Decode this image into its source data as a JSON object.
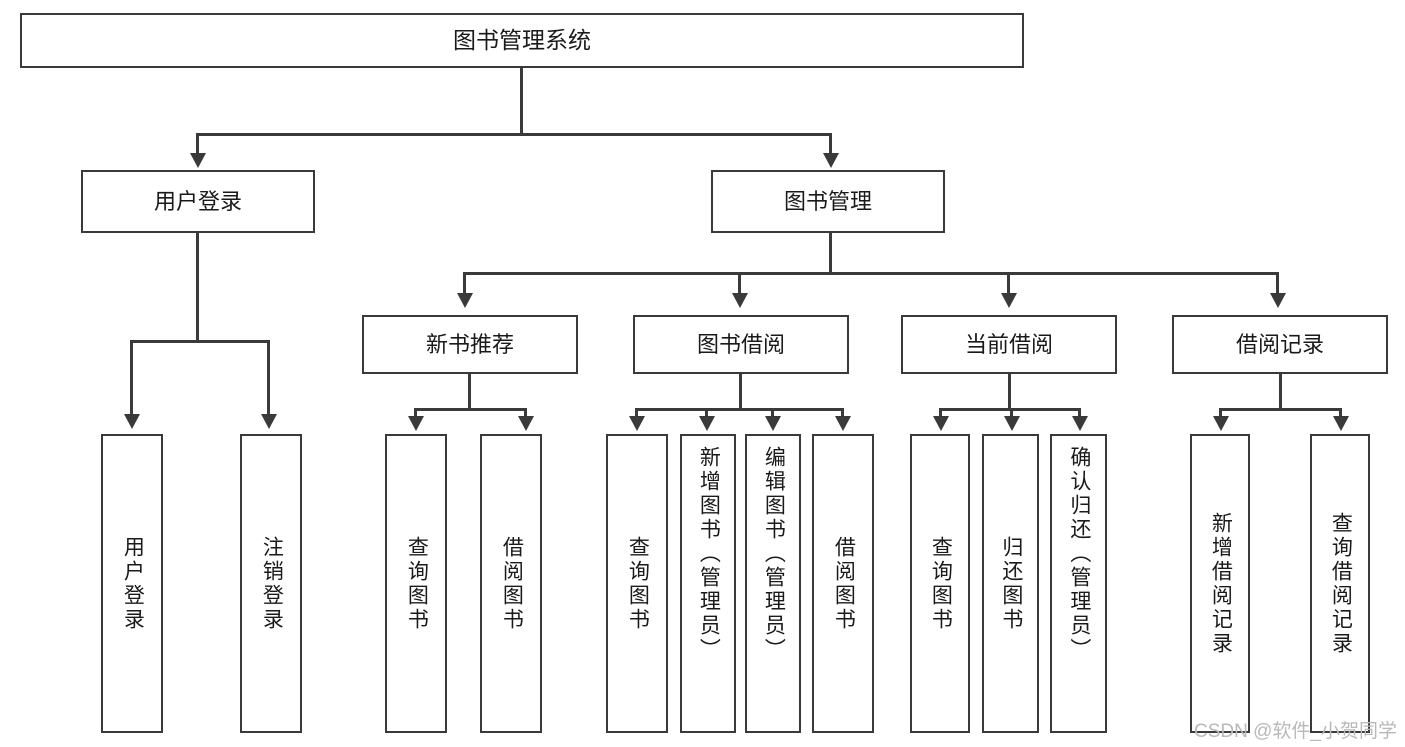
{
  "diagram": {
    "title_node": {
      "label": "图书管理系统"
    },
    "level2": [
      {
        "id": "user-login",
        "label": "用户登录"
      },
      {
        "id": "book-management",
        "label": "图书管理"
      }
    ],
    "level3": [
      {
        "id": "new-book-recommend",
        "label": "新书推荐"
      },
      {
        "id": "book-borrow",
        "label": "图书借阅"
      },
      {
        "id": "current-borrow",
        "label": "当前借阅"
      },
      {
        "id": "borrow-record",
        "label": "借阅记录"
      }
    ],
    "leaves": [
      {
        "id": "leaf-user-login",
        "label": "用户登录",
        "parent": "用户登录"
      },
      {
        "id": "leaf-logout-login",
        "label": "注销登录",
        "parent": "用户登录"
      },
      {
        "id": "leaf-query-book-1",
        "label": "查询图书",
        "parent": "新书推荐"
      },
      {
        "id": "leaf-borrow-book-1",
        "label": "借阅图书",
        "parent": "新书推荐"
      },
      {
        "id": "leaf-query-book-2",
        "label": "查询图书",
        "parent": "图书借阅"
      },
      {
        "id": "leaf-add-book",
        "label": "新增图书（管理员）",
        "parent": "图书借阅"
      },
      {
        "id": "leaf-edit-book",
        "label": "编辑图书（管理员）",
        "parent": "图书借阅"
      },
      {
        "id": "leaf-borrow-book-2",
        "label": "借阅图书",
        "parent": "图书借阅"
      },
      {
        "id": "leaf-query-book-3",
        "label": "查询图书",
        "parent": "当前借阅"
      },
      {
        "id": "leaf-return-book",
        "label": "归还图书",
        "parent": "当前借阅"
      },
      {
        "id": "leaf-confirm-return",
        "label": "确认归还（管理员）",
        "parent": "当前借阅"
      },
      {
        "id": "leaf-add-borrow-record",
        "label": "新增借阅记录",
        "parent": "借阅记录"
      },
      {
        "id": "leaf-query-borrow-record",
        "label": "查询借阅记录",
        "parent": "借阅记录"
      }
    ]
  },
  "watermark": {
    "text": "CSDN @软件_小贺同学"
  },
  "colors": {
    "stroke": "#3a3a3a",
    "fill": "#ffffff",
    "text": "#1a1a1a",
    "watermark": "#b9b9b9"
  }
}
